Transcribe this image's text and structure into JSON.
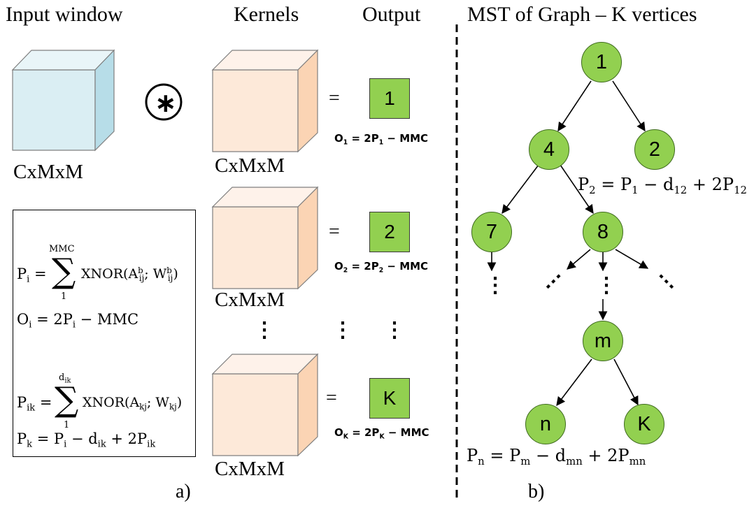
{
  "titles": {
    "input": "Input window",
    "kernels": "Kernels",
    "output": "Output",
    "mst": "MST of Graph – K vertices"
  },
  "dims_label": "CxMxM",
  "conv_symbol": "∗",
  "equals": "=",
  "outputs": [
    "1",
    "2",
    "K"
  ],
  "output_eqs": {
    "o1": {
      "o": "O",
      "o_sub": "1",
      "mid": " = 2P",
      "p_sub": "1",
      "tail": " − MMC"
    },
    "o2": {
      "o": "O",
      "o_sub": "2",
      "mid": " = 2P",
      "p_sub": "2",
      "tail": " − MMC"
    },
    "ok": {
      "o": "O",
      "o_sub": "K",
      "mid": " = 2P",
      "p_sub": "K",
      "tail": " − MMC"
    }
  },
  "formulas": {
    "f1": {
      "lhs": "P",
      "lhs_sub": "i",
      "eq": " = ",
      "upper": "MMC",
      "lower": "1",
      "body": "XNOR(A",
      "a_sup": "b",
      "a_sub": "ij",
      "sep": "; W",
      "w_sup": "b",
      "w_sub": "ij",
      "close": ")"
    },
    "f2": {
      "lhs": "O",
      "lhs_sub": "i",
      "mid": " = 2P",
      "p_sub": "i",
      "tail": " − MMC"
    },
    "f3": {
      "lhs": "P",
      "lhs_sub": "ik",
      "eq": " = ",
      "upper": "d",
      "upper_sub": "ik",
      "lower": "1",
      "body": "XNOR(A",
      "a_sub": "kj",
      "sep": "; W",
      "w_sub": "kj",
      "close": ")"
    },
    "f4": {
      "lhs": "P",
      "lhs_sub": "k",
      "eq": " = P",
      "p_sub": "i",
      "minus": " − d",
      "d_sub": "ik",
      "plus": " + 2P",
      "p2_sub": "ik"
    }
  },
  "graph": {
    "nodes": [
      "1",
      "4",
      "2",
      "7",
      "8",
      "m",
      "n",
      "K"
    ],
    "p2_eq": {
      "lhs": "P",
      "lhs_sub": "2",
      "eq": " = P",
      "p_sub": "1",
      "minus": " − d",
      "d_sub": "12",
      "plus": " + 2P",
      "p2_sub": "12"
    },
    "pn_eq": {
      "lhs": "P",
      "lhs_sub": "n",
      "eq": " = P",
      "p_sub": "m",
      "minus": " − d",
      "d_sub": "mn",
      "plus": " + 2P",
      "p2_sub": "mn"
    }
  },
  "panel_labels": {
    "a": "a)",
    "b": "b)"
  },
  "colors": {
    "input_cube_front": "#daeef3",
    "input_cube_side": "#b7dde8",
    "kernel_cube_front": "#fde9d9",
    "kernel_cube_side": "#fbd4b4",
    "output_green": "#92d050"
  }
}
